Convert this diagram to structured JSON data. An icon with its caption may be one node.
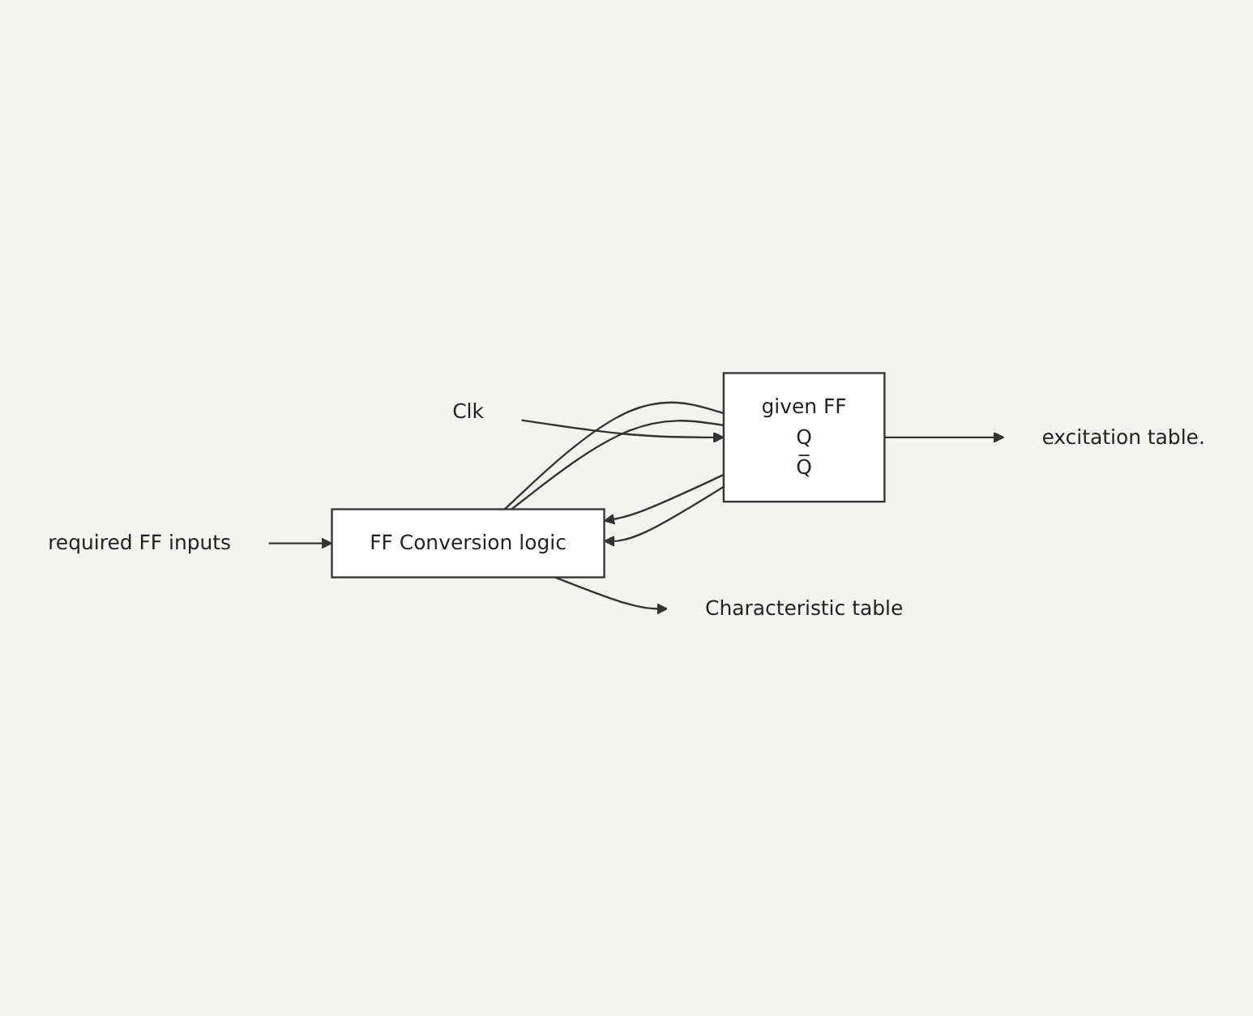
{
  "diagram": {
    "nodes": [
      {
        "text": [
          "FF Conversion logic"
        ]
      },
      {
        "text": [
          "given FF",
          "Q",
          "Q̅"
        ]
      },
      {
        "text": [
          "required FF inputs"
        ]
      },
      {
        "text": [
          "Clk"
        ]
      },
      {
        "text": [
          "Characteristic table"
        ]
      },
      {
        "text": [
          "excitation table."
        ]
      }
    ],
    "edges": [
      {
        "from": 2,
        "to": 0,
        "arrow": "to"
      },
      {
        "from": 0,
        "to": 1,
        "arrow": "none"
      },
      {
        "from": 0,
        "to": 1,
        "arrow": "none"
      },
      {
        "from": 3,
        "to": 1,
        "arrow": "to"
      },
      {
        "from": 1,
        "to": 0,
        "arrow": "to"
      },
      {
        "from": 1,
        "to": 0,
        "arrow": "to"
      },
      {
        "from": 0,
        "to": 4,
        "arrow": "to"
      },
      {
        "from": 1,
        "to": 5,
        "arrow": "to"
      }
    ]
  }
}
